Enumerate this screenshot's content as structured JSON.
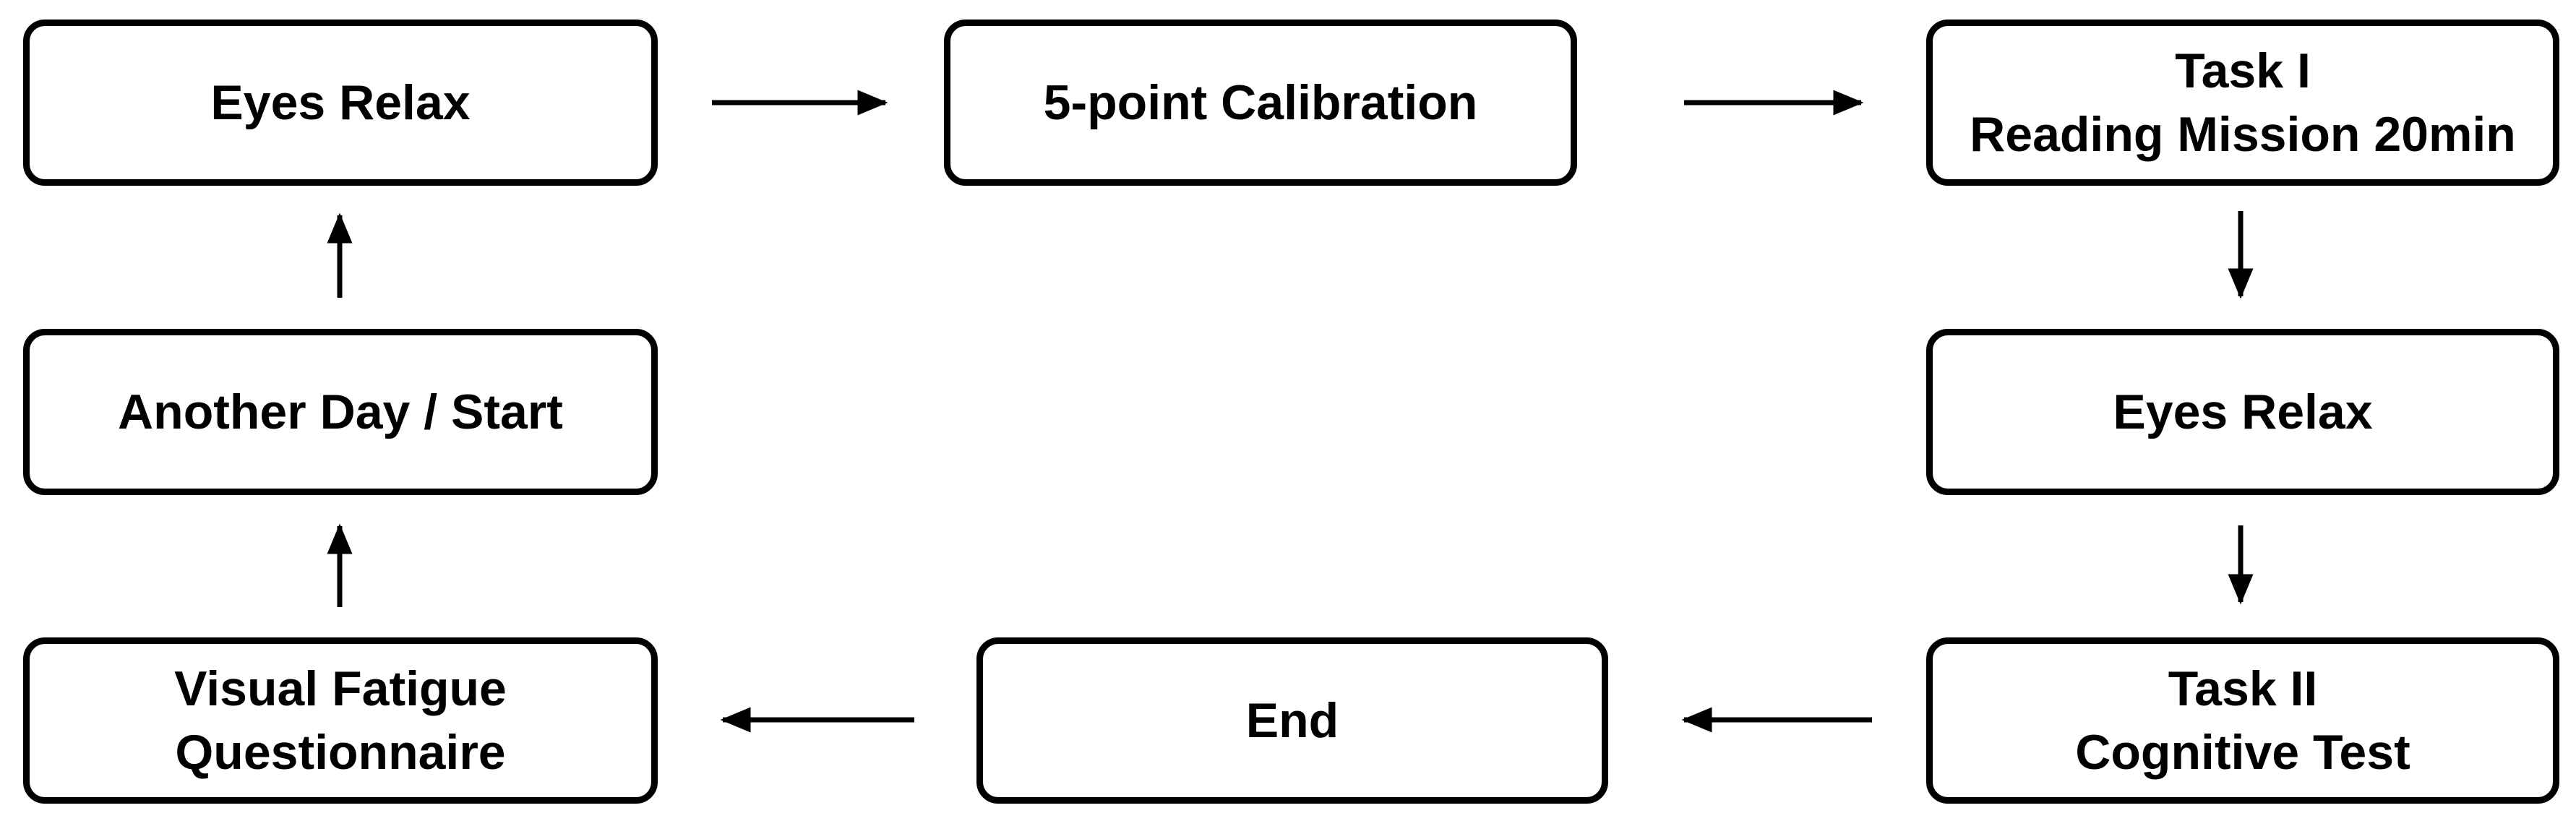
{
  "nodes": {
    "eyes_relax_1": {
      "lines": [
        "Eyes Relax"
      ]
    },
    "calibration": {
      "lines": [
        "5-point Calibration"
      ]
    },
    "task_1": {
      "lines": [
        "Task I",
        "Reading Mission 20min"
      ]
    },
    "eyes_relax_2": {
      "lines": [
        "Eyes Relax"
      ]
    },
    "task_2": {
      "lines": [
        "Task II",
        "Cognitive Test"
      ]
    },
    "end": {
      "lines": [
        "End"
      ]
    },
    "questionnaire": {
      "lines": [
        "Visual Fatigue",
        "Questionnaire"
      ]
    },
    "another_day": {
      "lines": [
        "Another Day / Start"
      ]
    }
  },
  "edges": [
    {
      "from": "eyes_relax_1",
      "to": "calibration"
    },
    {
      "from": "calibration",
      "to": "task_1"
    },
    {
      "from": "task_1",
      "to": "eyes_relax_2"
    },
    {
      "from": "eyes_relax_2",
      "to": "task_2"
    },
    {
      "from": "task_2",
      "to": "end"
    },
    {
      "from": "end",
      "to": "questionnaire"
    },
    {
      "from": "questionnaire",
      "to": "another_day"
    },
    {
      "from": "another_day",
      "to": "eyes_relax_1"
    }
  ],
  "colors": {
    "stroke": "#000000",
    "background": "#ffffff",
    "text": "#000000"
  }
}
